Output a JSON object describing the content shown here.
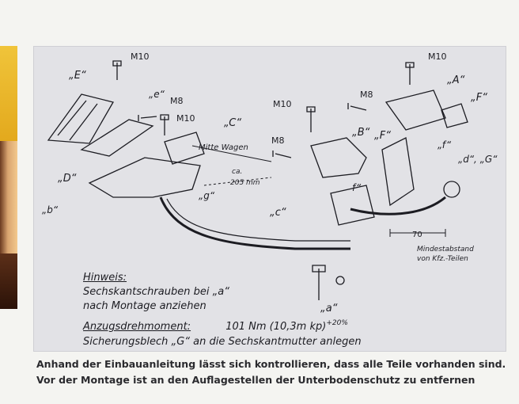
{
  "labels": {
    "E": "„E“",
    "e": "„e“",
    "D": "„D“",
    "b": "„b“",
    "C": "„C“",
    "g": "„g“",
    "A": "„A“",
    "F": "„F“",
    "f": "„f“",
    "B": "„B“",
    "F2": "„F“",
    "f2": "f“",
    "c": "„c“",
    "d": "„d“, „G“",
    "a": "„a“",
    "M10_1": "M10",
    "M10_2": "M10",
    "M10_3": "M10",
    "M10_4": "M10",
    "M8_1": "M8",
    "M8_2": "M8",
    "M8_3": "M8",
    "mitte_wagen": "Mitte Wagen",
    "ca": "ca.",
    "mm": "205 mm",
    "dim70": "70",
    "mindest1": "Mindestabstand",
    "mindest2": "von Kfz.-Teilen"
  },
  "notes": {
    "hinweis_title": "Hinweis:",
    "hinweis_line1": "Sechskantschrauben bei „a“",
    "hinweis_line2": "nach Montage anziehen",
    "torque_title": "Anzugsdrehmoment:",
    "torque_value": "101 Nm (10,3m kp)",
    "torque_tolerance": "+20%",
    "torque_line2": "Sicherungsblech „G“ an die  Sechskantmutter anlegen"
  },
  "caption": {
    "line1": "Anhand der Einbauanleitung lässt sich kontrollieren, dass alle Teile vorhanden sind.",
    "line2": "Vor der Montage ist an den Auflagestellen der Unterbodenschutz zu entfernen"
  },
  "colors": {
    "paper": "#e2e2e6",
    "ink": "#1c1c22",
    "page": "#f4f4f1"
  }
}
